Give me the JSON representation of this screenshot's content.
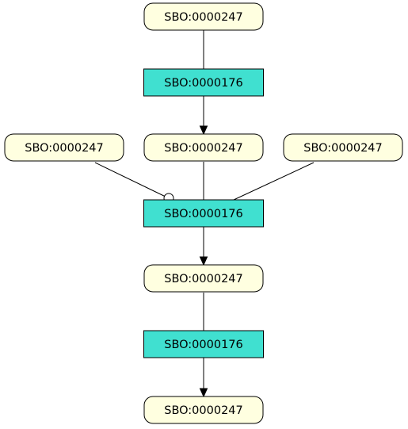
{
  "diagram": {
    "colors": {
      "species_fill": "#ffffe0",
      "reaction_fill": "#40e0d0",
      "stroke": "#000000"
    },
    "nodes": [
      {
        "id": "s1",
        "kind": "species",
        "label": "SBO:0000247"
      },
      {
        "id": "r1",
        "kind": "reaction",
        "label": "SBO:0000176"
      },
      {
        "id": "s2",
        "kind": "species",
        "label": "SBO:0000247"
      },
      {
        "id": "s3",
        "kind": "species",
        "label": "SBO:0000247"
      },
      {
        "id": "s4",
        "kind": "species",
        "label": "SBO:0000247"
      },
      {
        "id": "r2",
        "kind": "reaction",
        "label": "SBO:0000176"
      },
      {
        "id": "s5",
        "kind": "species",
        "label": "SBO:0000247"
      },
      {
        "id": "r3",
        "kind": "reaction",
        "label": "SBO:0000176"
      },
      {
        "id": "s6",
        "kind": "species",
        "label": "SBO:0000247"
      }
    ],
    "edges": [
      {
        "from": "s1",
        "to": "r1",
        "head": "none"
      },
      {
        "from": "r1",
        "to": "s3",
        "head": "arrow"
      },
      {
        "from": "s2",
        "to": "r2",
        "head": "circle"
      },
      {
        "from": "s3",
        "to": "r2",
        "head": "none"
      },
      {
        "from": "s4",
        "to": "r2",
        "head": "none"
      },
      {
        "from": "r2",
        "to": "s5",
        "head": "arrow"
      },
      {
        "from": "s5",
        "to": "r3",
        "head": "none"
      },
      {
        "from": "r3",
        "to": "s6",
        "head": "arrow"
      }
    ]
  }
}
